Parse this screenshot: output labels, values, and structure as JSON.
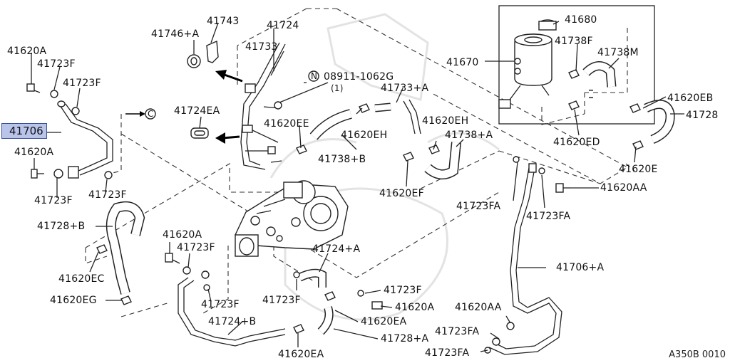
{
  "diagram": {
    "highlighted_part": "41706",
    "reference_code": "A350B 0010",
    "labels": {
      "l41620A_top": "41620A",
      "l41723F_a": "41723F",
      "l41723F_b": "41723F",
      "l41620A_mid": "41620A",
      "l41723F_c": "41723F",
      "l41723F_d": "41723F",
      "l41746A": "41746+A",
      "l41743": "41743",
      "l41724": "41724",
      "l41733": "41733",
      "l08911": "08911-1062G",
      "l08911_qty": "(1)",
      "l41733A": "41733+A",
      "l41724EA": "41724EA",
      "l41620EE": "41620EE",
      "l41620EH_a": "41620EH",
      "l41620EH_b": "41620EH",
      "l41738B": "41738+B",
      "l41738A": "41738+A",
      "l41620EF": "41620EF",
      "l41680": "41680",
      "l41670": "41670",
      "l41738F": "41738F",
      "l41738M": "41738M",
      "l41620EB": "41620EB",
      "l41728": "41728",
      "l41620ED": "41620ED",
      "l41620E": "41620E",
      "l41620AA_r": "41620AA",
      "l41723FA_a": "41723FA",
      "l41723FA_b": "41723FA",
      "l41728B": "41728+B",
      "l41620EC": "41620EC",
      "l41620EG": "41620EG",
      "l41620A_c": "41620A",
      "l41723F_e": "41723F",
      "l41723F_f": "41723F",
      "l41723F_g": "41723F",
      "l41724A": "41724+A",
      "l41723F_h": "41723F",
      "l41620A_d": "41620A",
      "l41620EA_a": "41620EA",
      "l41724B": "41724+B",
      "l41728A": "41728+A",
      "l41620EA_b": "41620EA",
      "l41706A": "41706+A",
      "l41620AA_b": "41620AA",
      "l41723FA_c": "41723FA",
      "l41723FA_d": "41723FA",
      "circle_c": "C",
      "circle_n": "N"
    }
  }
}
